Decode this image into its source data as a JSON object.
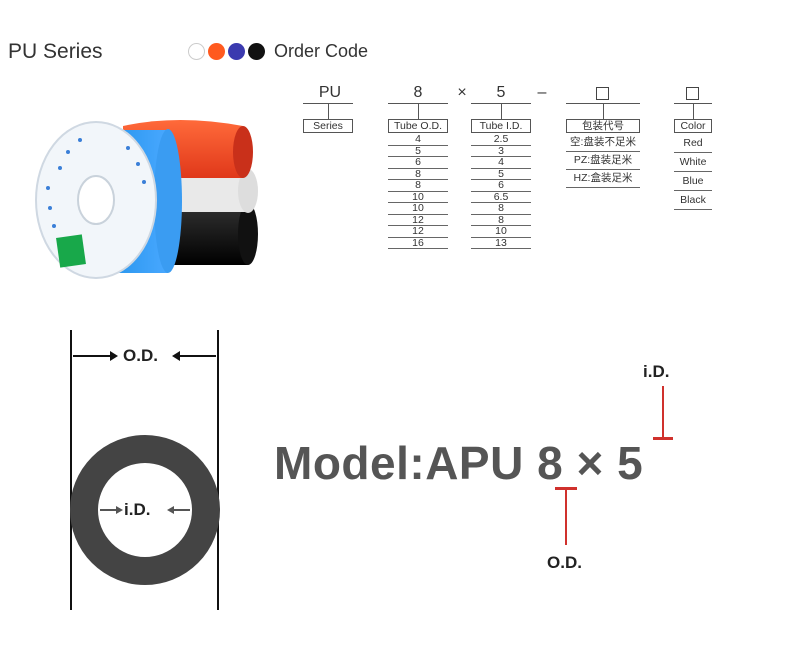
{
  "header": {
    "title": "PU Series",
    "order_code": "Order Code",
    "dot_colors": [
      "#ffffff",
      "#ff5a1f",
      "#3b3aaf",
      "#111111"
    ]
  },
  "order": {
    "series": {
      "head": "PU",
      "label": "Series"
    },
    "sep1": "×",
    "sep2": "–",
    "tube_od": {
      "head": "8",
      "label": "Tube O.D.",
      "values": [
        "4",
        "5",
        "6",
        "8",
        "8",
        "10",
        "10",
        "12",
        "12",
        "16"
      ]
    },
    "tube_id": {
      "head": "5",
      "label": "Tube I.D.",
      "values": [
        "2.5",
        "3",
        "4",
        "5",
        "6",
        "6.5",
        "8",
        "8",
        "10",
        "13"
      ]
    },
    "packaging": {
      "label": "包装代号",
      "values": [
        "空:盘装不足米",
        "PZ:盘装足米",
        "HZ:盒装足米"
      ]
    },
    "color": {
      "label": "Color",
      "values": [
        "Red",
        "White",
        "Blue",
        "Black"
      ]
    }
  },
  "diagram": {
    "od_label": "O.D.",
    "id_label": "i.D.",
    "model_prefix": "Model:APU ",
    "model_od": "8",
    "model_x": " × ",
    "model_id": "5",
    "model_id_label": "i.D.",
    "model_od_label": "O.D.",
    "ring_color": "#444444",
    "marker_color": "#d0312d"
  }
}
